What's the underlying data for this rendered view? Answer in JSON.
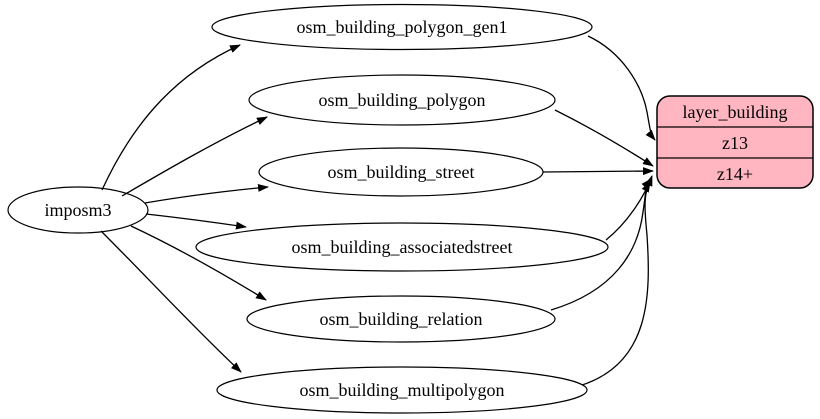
{
  "diagram": {
    "background": "#ffffff",
    "edge_color": "#000000",
    "source": {
      "label": "imposm3"
    },
    "tables": [
      {
        "label": "osm_building_polygon_gen1"
      },
      {
        "label": "osm_building_polygon"
      },
      {
        "label": "osm_building_street"
      },
      {
        "label": "osm_building_associatedstreet"
      },
      {
        "label": "osm_building_relation"
      },
      {
        "label": "osm_building_multipolygon"
      }
    ],
    "layer": {
      "title": "layer_building",
      "zoom_rows": [
        "z13",
        "z14+"
      ],
      "fill": "#ffb6c1",
      "stroke": "#000000"
    },
    "edges": [
      {
        "from": "imposm3",
        "to": "osm_building_polygon_gen1"
      },
      {
        "from": "imposm3",
        "to": "osm_building_polygon"
      },
      {
        "from": "imposm3",
        "to": "osm_building_street"
      },
      {
        "from": "imposm3",
        "to": "osm_building_associatedstreet"
      },
      {
        "from": "imposm3",
        "to": "osm_building_relation"
      },
      {
        "from": "imposm3",
        "to": "osm_building_multipolygon"
      },
      {
        "from": "osm_building_polygon_gen1",
        "to": "layer_building:z13"
      },
      {
        "from": "osm_building_polygon",
        "to": "layer_building:z14+"
      },
      {
        "from": "osm_building_street",
        "to": "layer_building:z14+"
      },
      {
        "from": "osm_building_associatedstreet",
        "to": "layer_building:z14+"
      },
      {
        "from": "osm_building_relation",
        "to": "layer_building:z14+"
      },
      {
        "from": "osm_building_multipolygon",
        "to": "layer_building:z14+"
      }
    ]
  }
}
